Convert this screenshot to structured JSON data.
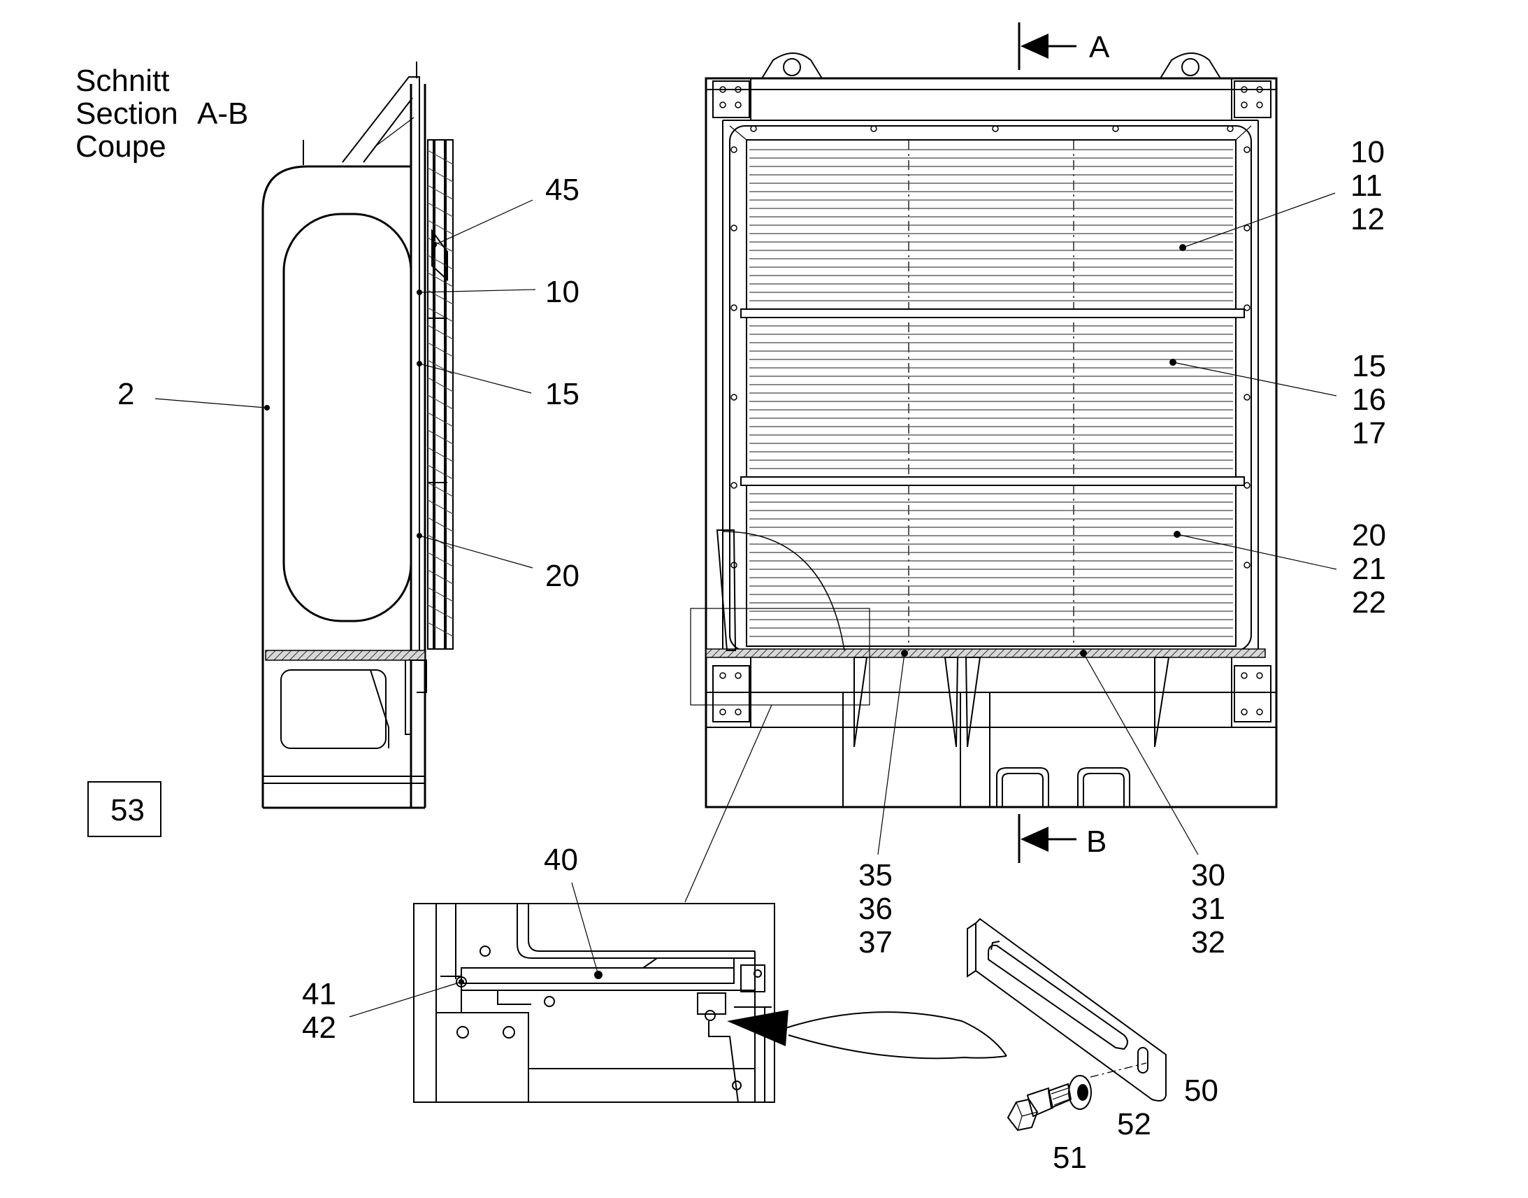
{
  "section_title": {
    "line1": "Schnitt",
    "line2": "Section",
    "line3": "Coupe",
    "cut": "A-B"
  },
  "section_markers": {
    "top": "A",
    "bottom": "B"
  },
  "callouts": {
    "c45": "45",
    "c10_side": "10",
    "c15_side": "15",
    "c20_side": "20",
    "c2": "2",
    "c53": "53",
    "c10_11_12": [
      "10",
      "11",
      "12"
    ],
    "c15_16_17": [
      "15",
      "16",
      "17"
    ],
    "c20_21_22": [
      "20",
      "21",
      "22"
    ],
    "c35_36_37": [
      "35",
      "36",
      "37"
    ],
    "c30_31_32": [
      "30",
      "31",
      "32"
    ],
    "c40": "40",
    "c41_42": [
      "41",
      "42"
    ],
    "c50": "50",
    "c51": "51",
    "c52": "52"
  }
}
